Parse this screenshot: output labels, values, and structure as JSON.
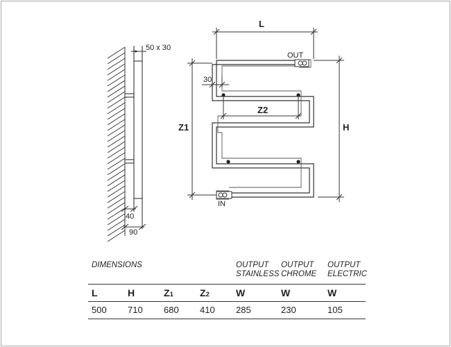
{
  "drawing": {
    "dim_profile": "50 x 30",
    "dim_L": "L",
    "dim_H": "H",
    "dim_Z1": "Z1",
    "dim_Z2": "Z2",
    "dim_30": "30",
    "dim_40": "40",
    "dim_90": "90",
    "label_out": "OUT",
    "label_in": "IN"
  },
  "specs": {
    "heading": "DIMENSIONS",
    "output_headers": [
      [
        "OUTPUT",
        "STAINLESS"
      ],
      [
        "OUTPUT",
        "CHROME"
      ],
      [
        "OUTPUT",
        "ELECTRIC"
      ]
    ],
    "columns": [
      "L",
      "H",
      "Z",
      "Z",
      "W",
      "W",
      "W"
    ],
    "column_subscripts": [
      "",
      "",
      "1",
      "2",
      "",
      "",
      ""
    ],
    "values": [
      "500",
      "710",
      "680",
      "410",
      "285",
      "230",
      "105"
    ]
  }
}
